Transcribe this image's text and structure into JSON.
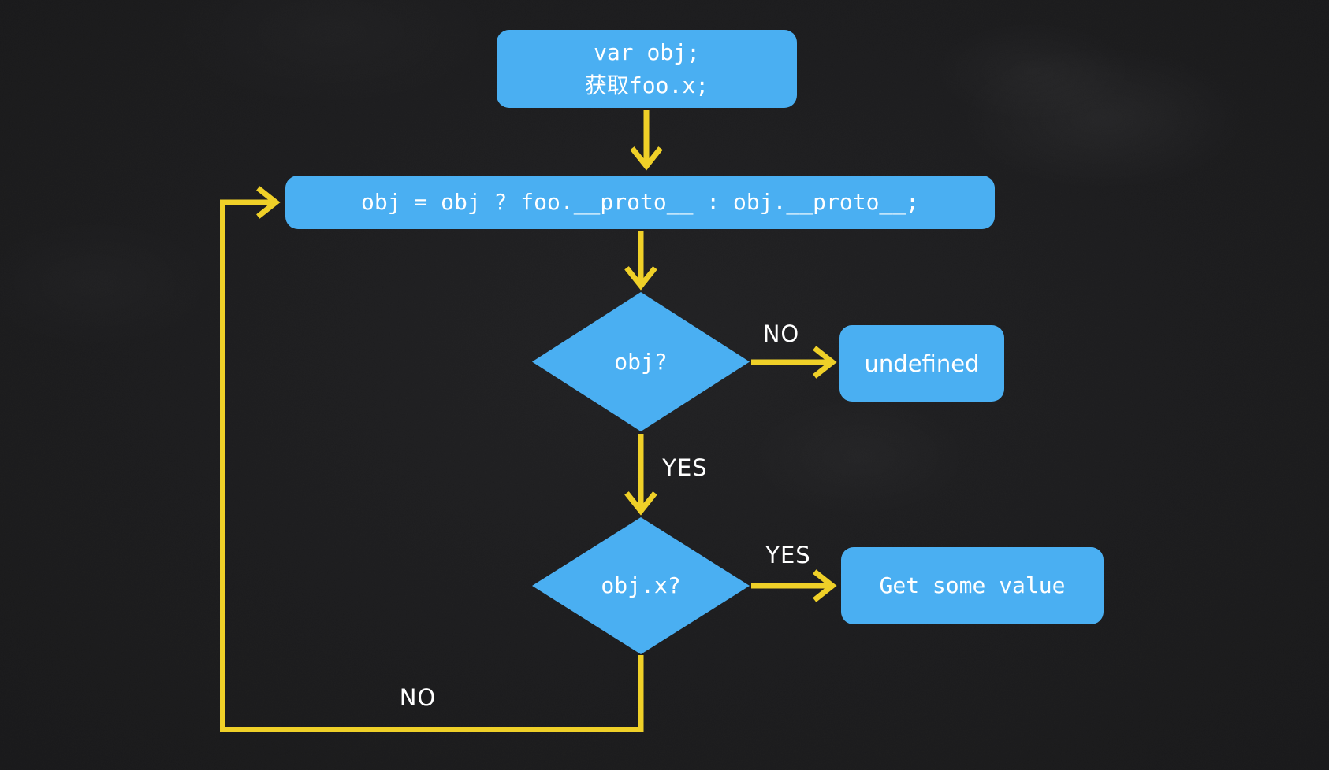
{
  "diagram": {
    "description": "flowchart of JavaScript prototype chain property lookup on a chalkboard background"
  },
  "colors": {
    "background": "#1c1c1e",
    "node_fill": "#4AAFF2",
    "arrow": "#EFD028",
    "text": "#FFFFFF"
  },
  "nodes": {
    "start": {
      "type": "process",
      "lines": [
        "var obj;",
        "获取foo.x;"
      ]
    },
    "assign": {
      "type": "process",
      "label": "obj = obj ? foo.__proto__ : obj.__proto__;"
    },
    "check_obj": {
      "type": "decision",
      "label": "obj?"
    },
    "undefined_result": {
      "type": "result",
      "label": "undefined"
    },
    "check_obj_x": {
      "type": "decision",
      "label": "obj.x?"
    },
    "get_value": {
      "type": "result",
      "label": "Get some value"
    }
  },
  "edge_labels": {
    "check_obj_no": "NO",
    "check_obj_yes": "YES",
    "check_obj_x_yes": "YES",
    "check_obj_x_no": "NO"
  }
}
